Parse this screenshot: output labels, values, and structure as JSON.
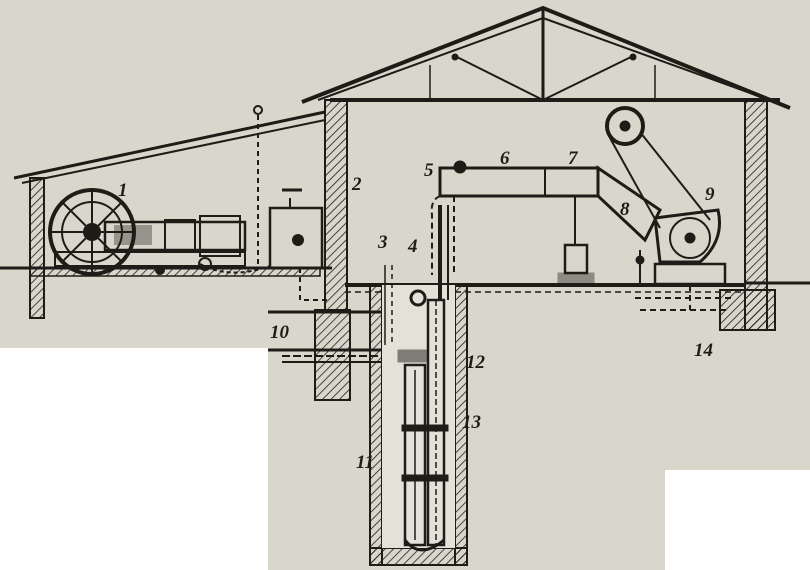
{
  "diagram": {
    "labels": [
      {
        "id": "1",
        "text": "1"
      },
      {
        "id": "2",
        "text": "2"
      },
      {
        "id": "3",
        "text": "3"
      },
      {
        "id": "4",
        "text": "4"
      },
      {
        "id": "5",
        "text": "5"
      },
      {
        "id": "6",
        "text": "6"
      },
      {
        "id": "7",
        "text": "7"
      },
      {
        "id": "8",
        "text": "8"
      },
      {
        "id": "9",
        "text": "9"
      },
      {
        "id": "10",
        "text": "10"
      },
      {
        "id": "11",
        "text": "11"
      },
      {
        "id": "12",
        "text": "12"
      },
      {
        "id": "13",
        "text": "13"
      },
      {
        "id": "14",
        "text": "14"
      }
    ]
  },
  "colors": {
    "paper": "#d9d6cc",
    "ink": "#1f1c18",
    "background": "#ffffff"
  }
}
